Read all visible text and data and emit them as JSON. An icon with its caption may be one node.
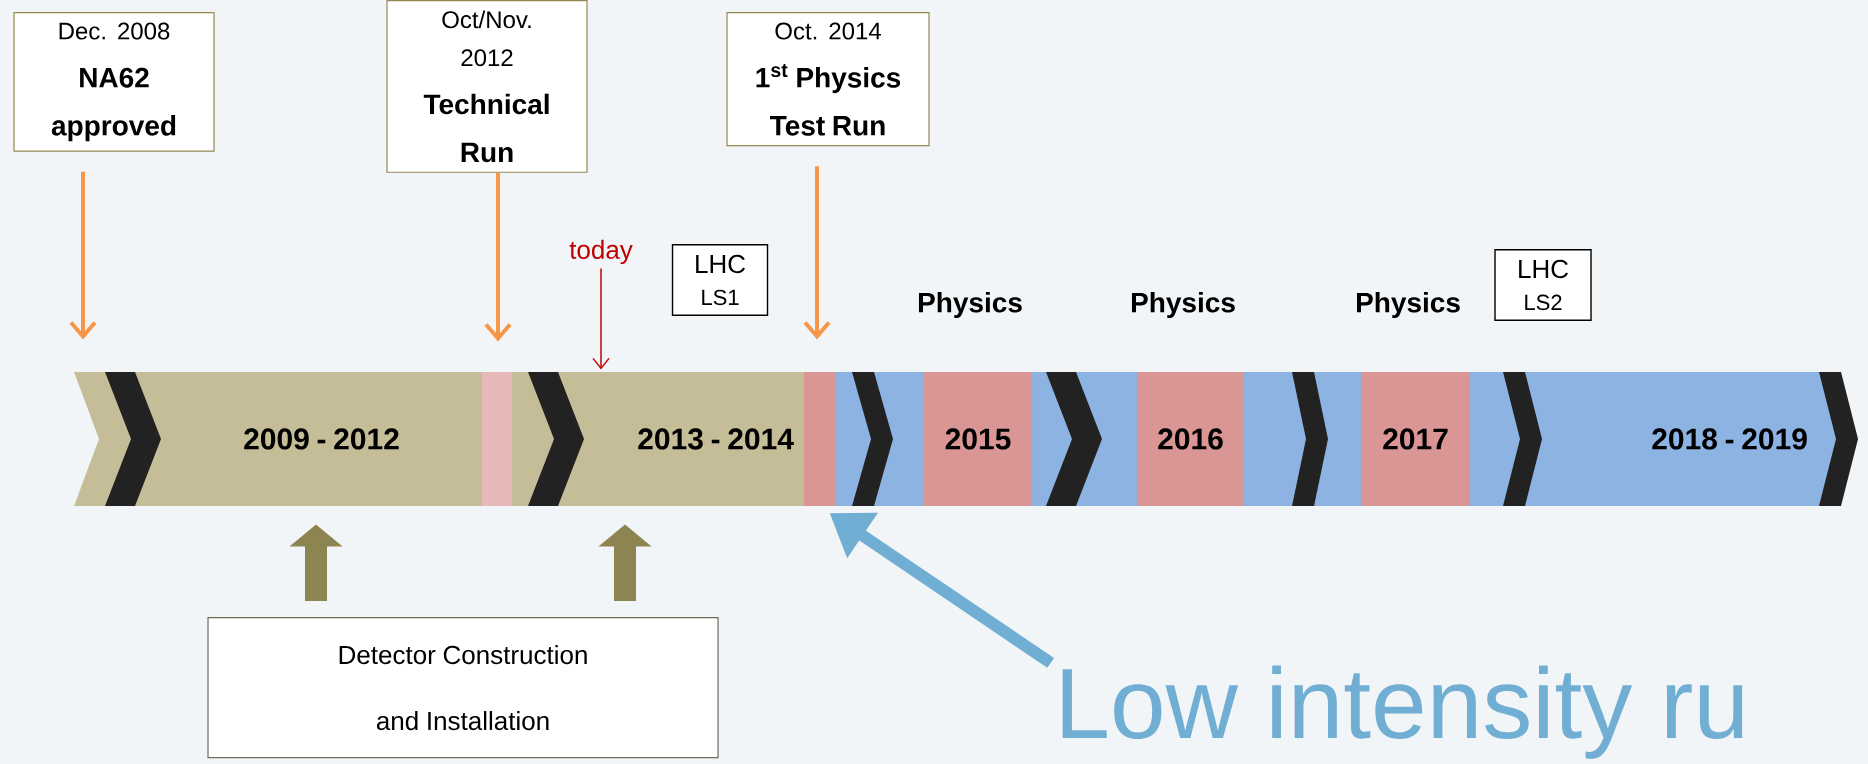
{
  "diagram": {
    "nodes": [
      {
        "text": [
          "Dec. 2008",
          "NA62 approved"
        ]
      },
      {
        "text": [
          "Oct/Nov. 2012",
          "Technical Run"
        ]
      },
      {
        "text": [
          "Oct. 2014",
          "1$^{st}$ Physics Test Run"
        ]
      },
      {
        "text": [
          "today"
        ]
      },
      {
        "text": [
          "LHC",
          "LS1"
        ]
      },
      {
        "text": [
          "LHC",
          "LS2"
        ]
      },
      {
        "text": [
          "2009 - 2012"
        ]
      },
      {
        "text": [],
        "shape": "bar"
      },
      {
        "text": [
          "2013 - 2014"
        ]
      },
      {
        "text": [],
        "shape": "bar"
      },
      {
        "text": [
          "2015"
        ]
      },
      {
        "text": [
          "2016"
        ]
      },
      {
        "text": [
          "2017"
        ]
      },
      {
        "text": [
          "2018 - 2019"
        ]
      },
      {
        "text": [
          "Detector Construction and Installation"
        ]
      },
      {
        "text": [
          "Low intensity ru"
        ]
      },
      {
        "text": [],
        "shape": "chevron"
      },
      {
        "text": [],
        "shape": "chevron"
      },
      {
        "text": [],
        "shape": "chevron"
      },
      {
        "text": [],
        "shape": "chevron"
      },
      {
        "text": [],
        "shape": "chevron"
      },
      {
        "text": [],
        "shape": "chevron"
      },
      {
        "text": [],
        "shape": "chevron"
      }
    ],
    "edges": [
      {
        "from": 0,
        "to": 16,
        "arrow": "to"
      },
      {
        "from": 1,
        "to": 7,
        "arrow": "to"
      },
      {
        "from": 2,
        "to": 9,
        "arrow": "to"
      },
      {
        "from": 3,
        "to": 8,
        "arrow": "to",
        "color": "#c00000"
      },
      {
        "from": 14,
        "to": 6,
        "arrow": "to",
        "style": "thick",
        "color": "#8c8551"
      },
      {
        "from": 14,
        "to": 8,
        "arrow": "to",
        "style": "thick",
        "color": "#8c8551"
      },
      {
        "from": 15,
        "to": 9,
        "arrow": "to",
        "style": "thick",
        "color": "#71aed3"
      }
    ],
    "labels": [
      "Physics",
      "Physics",
      "Physics"
    ]
  }
}
